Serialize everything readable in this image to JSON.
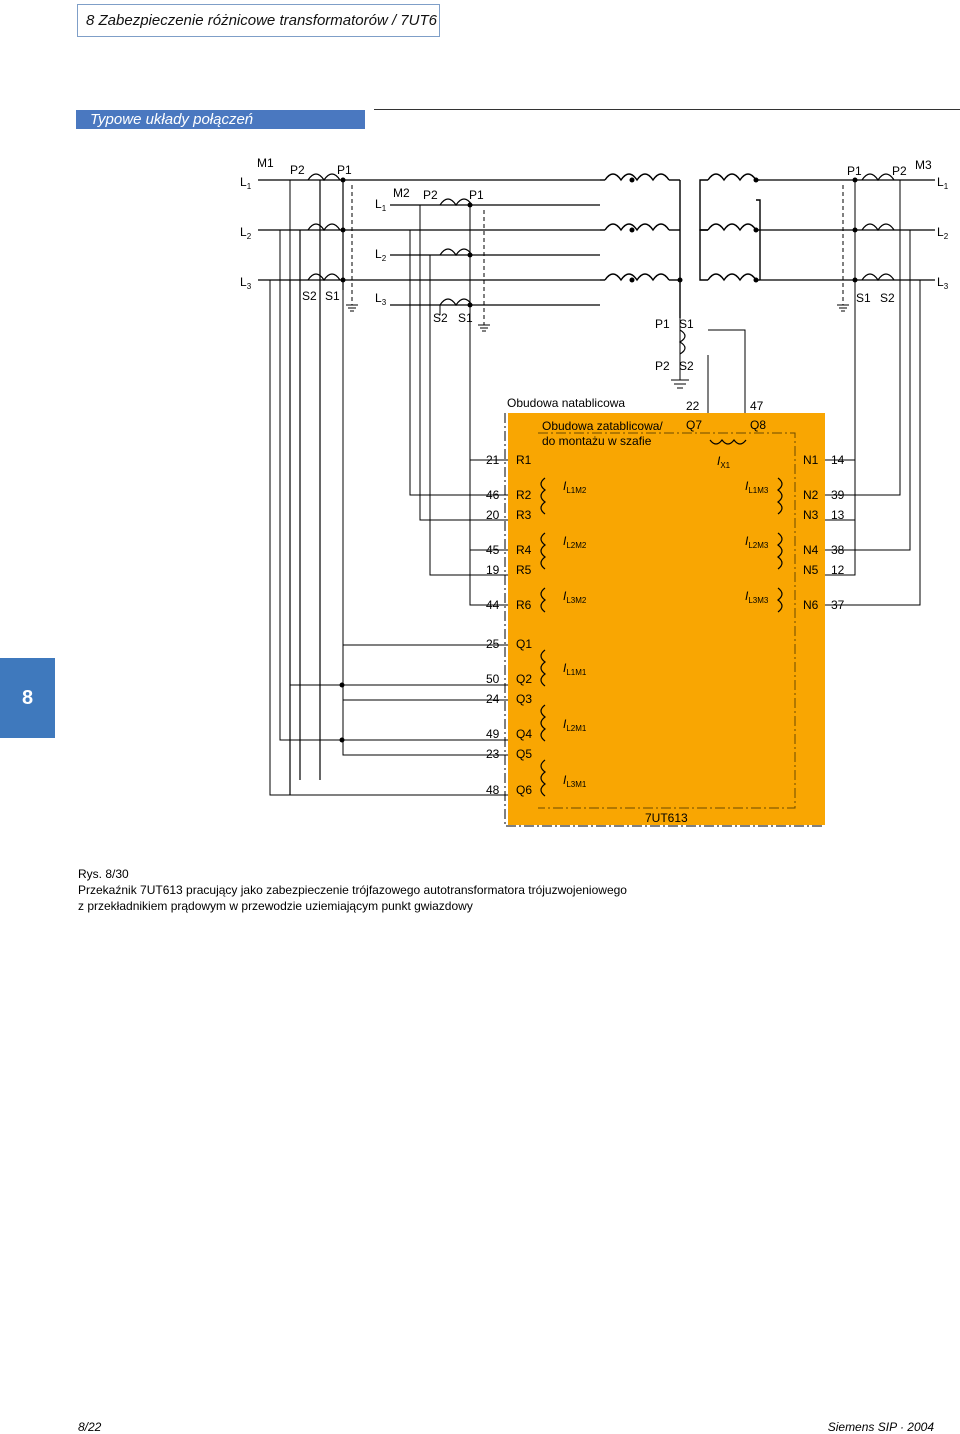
{
  "header": {
    "title": "8 Zabezpieczenie różnicowe transformatorów / 7UT6"
  },
  "section": {
    "title": "Typowe układy połączeń"
  },
  "side_tab": {
    "number": "8"
  },
  "diagram": {
    "line_labels": {
      "L1": "L",
      "L2": "L",
      "L3": "L",
      "sub1": "1",
      "sub2": "2",
      "sub3": "3"
    },
    "machines": {
      "M1": "M1",
      "M2": "M2",
      "M3": "M3"
    },
    "ct_terminals": {
      "P1": "P1",
      "P2": "P2",
      "S1": "S1",
      "S2": "S2"
    },
    "enclosure_outer": "Obudowa natablicowa",
    "enclosure_inner_line1": "Obudowa zatablicowa/",
    "enclosure_inner_line2": "do montażu w szafie",
    "device_name": "7UT613",
    "left_pins": [
      {
        "num": "21",
        "name": "R1"
      },
      {
        "num": "46",
        "name": "R2"
      },
      {
        "num": "20",
        "name": "R3"
      },
      {
        "num": "45",
        "name": "R4"
      },
      {
        "num": "19",
        "name": "R5"
      },
      {
        "num": "44",
        "name": "R6"
      },
      {
        "num": "25",
        "name": "Q1"
      },
      {
        "num": "50",
        "name": "Q2"
      },
      {
        "num": "24",
        "name": "Q3"
      },
      {
        "num": "49",
        "name": "Q4"
      },
      {
        "num": "23",
        "name": "Q5"
      },
      {
        "num": "48",
        "name": "Q6"
      }
    ],
    "right_pins": [
      {
        "num": "14",
        "name": "N1"
      },
      {
        "num": "39",
        "name": "N2"
      },
      {
        "num": "13",
        "name": "N3"
      },
      {
        "num": "38",
        "name": "N4"
      },
      {
        "num": "12",
        "name": "N5"
      },
      {
        "num": "37",
        "name": "N6"
      }
    ],
    "top_pins": [
      {
        "num": "22",
        "name": "Q7"
      },
      {
        "num": "47",
        "name": "Q8"
      }
    ],
    "current_inputs": {
      "I": "I",
      "IL1M2": "L1M2",
      "IL2M2": "L2M2",
      "IL3M2": "L3M2",
      "IL1M3": "L1M3",
      "IL2M3": "L2M3",
      "IL3M3": "L3M3",
      "IL1M1": "L1M1",
      "IL2M1": "L2M1",
      "IL3M1": "L3M1",
      "IX1": "X1"
    }
  },
  "caption": {
    "ref": "Rys. 8/30",
    "line1": "Przekaźnik 7UT613 pracujący jako zabezpieczenie trójfazowego autotransformatora trójuzwojeniowego",
    "line2": "z przekładnikiem prądowym w przewodzie uziemiającym punkt gwiazdowy"
  },
  "footer": {
    "page": "8/22",
    "publisher": "Siemens SIP · 2004"
  },
  "colors": {
    "relay_fill": "#f9a602",
    "accent": "#4a78c0"
  }
}
